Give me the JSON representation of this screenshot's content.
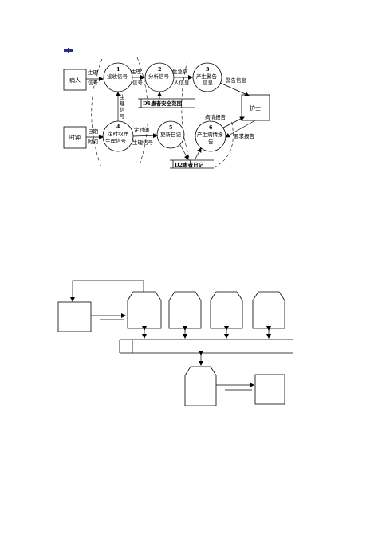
{
  "diagram1": {
    "entities": {
      "patient": "病人",
      "clock": "时钟",
      "nurse": "护士"
    },
    "processes": [
      {
        "num": "1",
        "label": "接收信号"
      },
      {
        "num": "2",
        "label": "分析信号"
      },
      {
        "num": "3",
        "label": "产生警告",
        "label2": "信息"
      },
      {
        "num": "4",
        "label": "定时取样",
        "label2": "生理信号"
      },
      {
        "num": "5",
        "label": "更新日记"
      },
      {
        "num": "6",
        "label": "产生病情报",
        "label2": "告"
      }
    ],
    "stores": {
      "d1": "D1患者安全范围",
      "d2": "D2患者日记"
    },
    "flows": {
      "physio_a": "生理",
      "physio_b": "信号",
      "p1p2_a": "生理",
      "p1p2_b": "信号",
      "danger_a": "危急病",
      "danger_b": "人信息",
      "warning": "警告信息",
      "vertical": [
        "生",
        "理",
        "信",
        "号"
      ],
      "date_a": "日期",
      "date_b": "时间",
      "timed_a": "定时的",
      "timed_b": "生理信号",
      "report": "病情报告",
      "request": "要求报告"
    }
  },
  "diagram2": {
    "stores": [
      "",
      "",
      "",
      ""
    ]
  }
}
